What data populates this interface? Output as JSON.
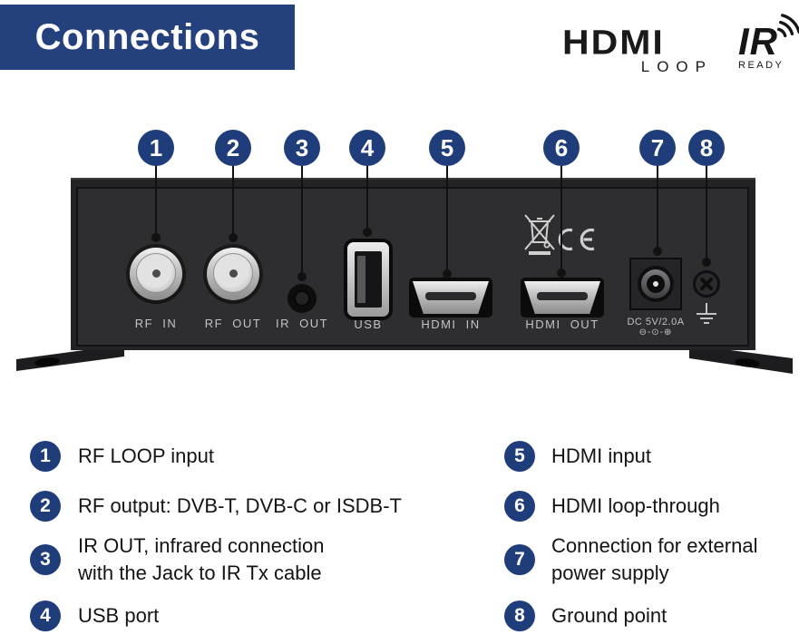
{
  "header": {
    "title": "Connections"
  },
  "logos": {
    "hdmi": {
      "text": "HDMI",
      "sub": "LOOP"
    },
    "ir": {
      "text": "IR",
      "sub": "READY"
    }
  },
  "device": {
    "port_labels": [
      "RF IN",
      "RF OUT",
      "IR OUT",
      "USB",
      "HDMI IN",
      "HDMI OUT"
    ],
    "dc_label": "DC 5V/2.0A",
    "dc_polarity": "⊖-⊙-⊕",
    "ce_mark": "CE"
  },
  "callouts": [
    {
      "num": "1",
      "target": "rf-in"
    },
    {
      "num": "2",
      "target": "rf-out"
    },
    {
      "num": "3",
      "target": "ir-out"
    },
    {
      "num": "4",
      "target": "usb"
    },
    {
      "num": "5",
      "target": "hdmi-in"
    },
    {
      "num": "6",
      "target": "hdmi-out"
    },
    {
      "num": "7",
      "target": "dc-power"
    },
    {
      "num": "8",
      "target": "ground"
    }
  ],
  "legend": {
    "left": [
      {
        "num": "1",
        "lines": [
          "RF LOOP input"
        ]
      },
      {
        "num": "2",
        "lines": [
          "RF output: DVB-T, DVB-C or ISDB-T"
        ]
      },
      {
        "num": "3",
        "lines": [
          "IR OUT, infrared connection",
          "with the Jack to IR Tx cable"
        ]
      },
      {
        "num": "4",
        "lines": [
          "USB port"
        ]
      }
    ],
    "right": [
      {
        "num": "5",
        "lines": [
          "HDMI input"
        ]
      },
      {
        "num": "6",
        "lines": [
          "HDMI loop-through"
        ]
      },
      {
        "num": "7",
        "lines": [
          "Connection for external",
          "power supply"
        ]
      },
      {
        "num": "8",
        "lines": [
          "Ground point"
        ]
      }
    ]
  },
  "colors": {
    "accent_blue": "#25417d",
    "badge_blue": "#1e3d7a",
    "panel_dark": "#2e2e31",
    "label_gray": "#c3c3c5"
  }
}
